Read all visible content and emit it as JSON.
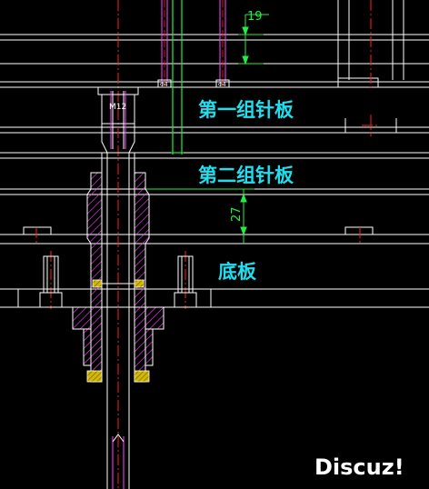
{
  "labels": {
    "plate1": "第一组针板",
    "plate2": "第二组针板",
    "base": "底板"
  },
  "dimensions": {
    "top": "19",
    "mid": "27"
  },
  "annotations": {
    "screw": "M12",
    "pin_left": "Φ4",
    "pin_right": "Φ4"
  },
  "watermark": "Discuz!",
  "colors": {
    "background": "#000000",
    "outline": "#ffffff",
    "centerline": "#ff2020",
    "label": "#22ddee",
    "dimension": "#22ee44",
    "hatch": "#ff44ff",
    "pin": "#ff44ff",
    "bushing": "#d4b800"
  }
}
